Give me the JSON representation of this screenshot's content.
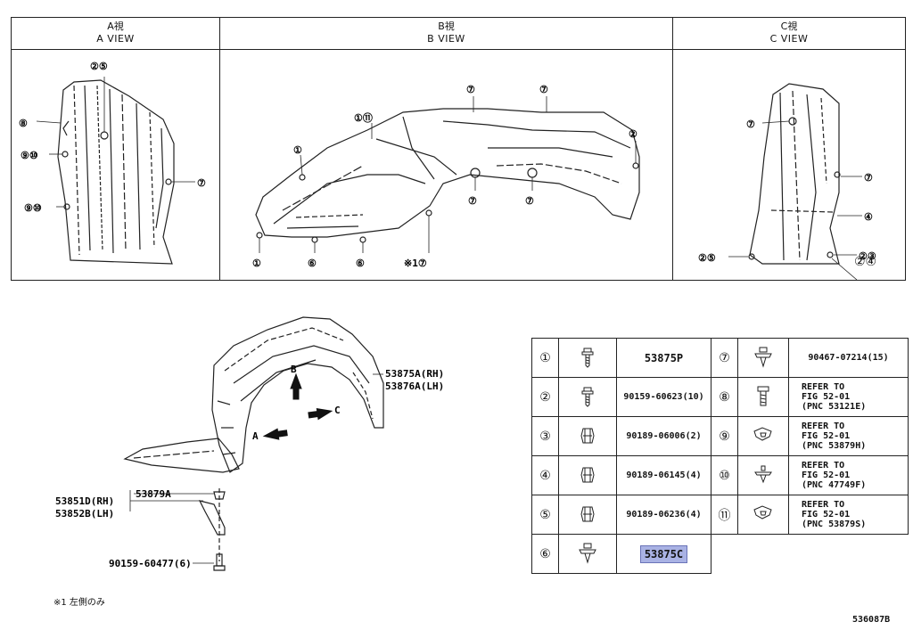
{
  "views": {
    "a": {
      "jp": "A視",
      "en": "A VIEW"
    },
    "b": {
      "jp": "B視",
      "en": "B VIEW"
    },
    "c": {
      "jp": "C視",
      "en": "C VIEW"
    }
  },
  "callouts": {
    "a": {
      "c25": "②⑤",
      "c8": "⑧",
      "c910a": "⑨⑩",
      "c910b": "⑨⑩",
      "c7": "⑦"
    },
    "b": {
      "c111": "①⑪",
      "c1a": "①",
      "c1b": "①",
      "c7a": "⑦",
      "c7b": "⑦",
      "c7c": "⑦",
      "c7d": "⑦",
      "c2": "②",
      "c6a": "⑥",
      "c6b": "⑥",
      "c17": "※1⑦"
    },
    "c": {
      "c7a": "⑦",
      "c7b": "⑦",
      "c4": "④",
      "c25": "②⑤",
      "c23": "②③",
      "c24": "②④"
    }
  },
  "main": {
    "pnc_rh": "53875A(RH)",
    "pnc_lh": "53876A(LH)",
    "arrow_a": "A",
    "arrow_b": "B",
    "arrow_c": "C",
    "bracket_pn": "53879A",
    "bracket_rh": "53851D(RH)",
    "bracket_lh": "53852B(LH)",
    "bolt": "90159-60477(6)"
  },
  "footnote": "※1 左側のみ",
  "figure_code": "536087B",
  "parts_table": [
    {
      "left": {
        "num": "①",
        "pn": "53875P",
        "icon": "screw-icon"
      },
      "right": {
        "num": "⑦",
        "pn": "90467-07214(15)",
        "icon": "clip-icon"
      }
    },
    {
      "left": {
        "num": "②",
        "pn": "90159-60623(10)",
        "icon": "screw-icon"
      },
      "right": {
        "num": "⑧",
        "ref": [
          "REFER TO",
          "FIG 52-01",
          "(PNC 53121E)"
        ],
        "icon": "bolt-icon"
      }
    },
    {
      "left": {
        "num": "③",
        "pn": "90189-06006(2)",
        "icon": "nut-icon"
      },
      "right": {
        "num": "⑨",
        "ref": [
          "REFER TO",
          "FIG 52-01",
          "(PNC 53879H)"
        ],
        "icon": "retainer-icon"
      }
    },
    {
      "left": {
        "num": "④",
        "pn": "90189-06145(4)",
        "icon": "nut-icon"
      },
      "right": {
        "num": "⑩",
        "ref": [
          "REFER TO",
          "FIG 52-01",
          "(PNC 47749F)"
        ],
        "icon": "grommet-icon"
      }
    },
    {
      "left": {
        "num": "⑤",
        "pn": "90189-06236(4)",
        "icon": "nut-icon"
      },
      "right": {
        "num": "⑪",
        "ref": [
          "REFER TO",
          "FIG 52-01",
          "(PNC 53879S)"
        ],
        "icon": "retainer-icon"
      }
    },
    {
      "left": {
        "num": "⑥",
        "pn": "53875C",
        "icon": "clip-icon",
        "highlight": true
      },
      "right": null
    }
  ]
}
